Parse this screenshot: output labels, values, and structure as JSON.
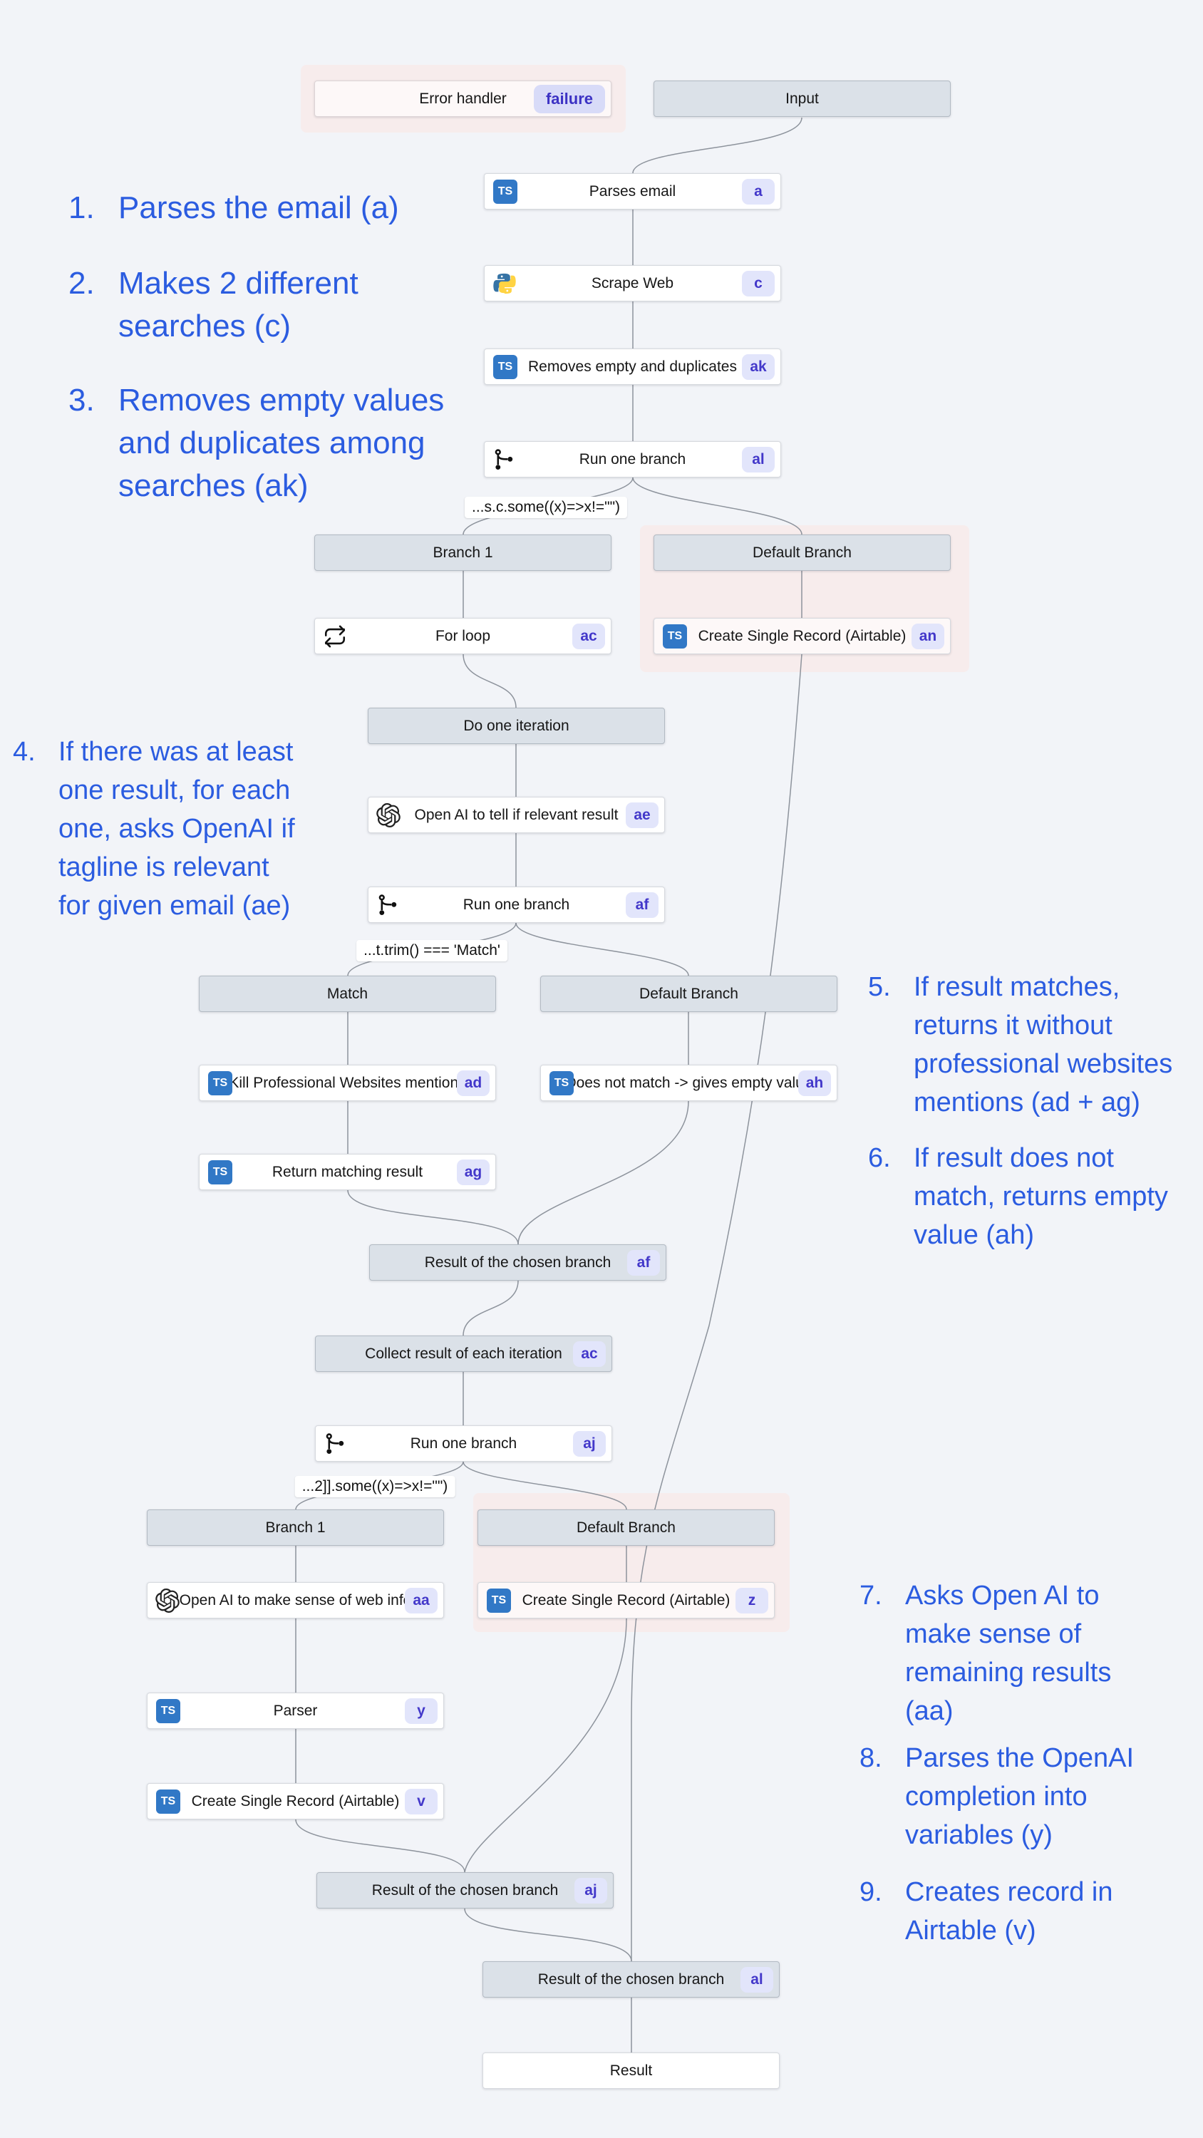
{
  "colors": {
    "background": "#f2f4f8",
    "annotation_blue": "#2b5ce0",
    "badge_bg": "#e2e5fb",
    "badge_text": "#4338ca",
    "typescript_blue": "#3178c6",
    "highlight_pink": "#f7ecec",
    "header_gray": "#dbe1e8",
    "edge_gray": "#8d939c"
  },
  "icons": {
    "ts": "TS"
  },
  "flow": {
    "error_handler": {
      "label": "Error handler",
      "badge": "failure"
    },
    "input": {
      "label": "Input"
    },
    "parses_email": {
      "label": "Parses email",
      "badge": "a"
    },
    "scrape_web": {
      "label": "Scrape Web",
      "badge": "c"
    },
    "removes_empty": {
      "label": "Removes empty and duplicates",
      "badge": "ak"
    },
    "run_branch_al": {
      "label": "Run one branch",
      "badge": "al"
    },
    "branch1_a": {
      "label": "Branch 1"
    },
    "default_branch_a": {
      "label": "Default Branch"
    },
    "for_loop": {
      "label": "For loop",
      "badge": "ac"
    },
    "create_record_an": {
      "label": "Create Single Record (Airtable)",
      "badge": "an"
    },
    "do_one_iteration": {
      "label": "Do one iteration"
    },
    "openai_ae": {
      "label": "Open AI to tell if relevant result",
      "badge": "ae"
    },
    "run_branch_af": {
      "label": "Run one branch",
      "badge": "af"
    },
    "match_header": {
      "label": "Match"
    },
    "default_branch_b": {
      "label": "Default Branch"
    },
    "kill_ad": {
      "label": "Kill Professional Websites mentions",
      "badge": "ad"
    },
    "no_match_ah": {
      "label": "Does not match -> gives empty value",
      "badge": "ah"
    },
    "return_ag": {
      "label": "Return matching result",
      "badge": "ag"
    },
    "result_af": {
      "label": "Result of the chosen branch",
      "badge": "af"
    },
    "collect_ac": {
      "label": "Collect result of each iteration",
      "badge": "ac"
    },
    "run_branch_aj": {
      "label": "Run one branch",
      "badge": "aj"
    },
    "branch1_b": {
      "label": "Branch 1"
    },
    "default_branch_c": {
      "label": "Default Branch"
    },
    "openai_aa": {
      "label": "Open AI to make sense of web info",
      "badge": "aa"
    },
    "create_record_z": {
      "label": "Create Single Record (Airtable)",
      "badge": "z"
    },
    "parser_y": {
      "label": "Parser",
      "badge": "y"
    },
    "create_record_v": {
      "label": "Create Single Record (Airtable)",
      "badge": "v"
    },
    "result_aj": {
      "label": "Result of the chosen branch",
      "badge": "aj"
    },
    "result_al": {
      "label": "Result of the chosen branch",
      "badge": "al"
    },
    "result_final": {
      "label": "Result"
    }
  },
  "conditions": {
    "c1": "...s.c.some((x)=>x!=\"\")",
    "c2": "...t.trim() === 'Match'",
    "c3": "...2]].some((x)=>x!=\"\")"
  },
  "annotations": [
    {
      "num": "1.",
      "text": "Parses the email (a)"
    },
    {
      "num": "2.",
      "text": "Makes 2 different\nsearches (c)"
    },
    {
      "num": "3.",
      "text": "Removes empty values\nand duplicates among\nsearches (ak)"
    },
    {
      "num": "4.",
      "text": "If there was at least\none result, for each\none, asks OpenAI if\ntagline is relevant\nfor given email (ae)"
    },
    {
      "num": "5.",
      "text": "If result matches,\nreturns it without\nprofessional websites\nmentions (ad + ag)"
    },
    {
      "num": "6.",
      "text": "If result does not\nmatch, returns empty\nvalue (ah)"
    },
    {
      "num": "7.",
      "text": "Asks Open AI to\nmake sense of\nremaining results\n(aa)"
    },
    {
      "num": "8.",
      "text": "Parses the OpenAI\ncompletion into\nvariables (y)"
    },
    {
      "num": "9.",
      "text": "Creates record in\nAirtable (v)"
    }
  ]
}
